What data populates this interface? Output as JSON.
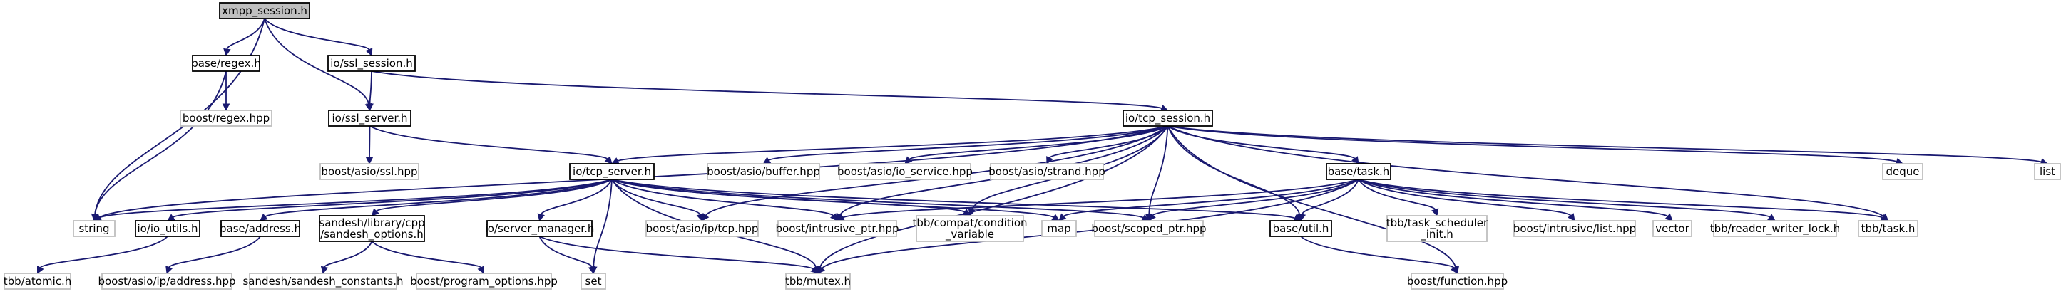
{
  "diagram": {
    "type": "include-dependency-graph",
    "colors": {
      "edge": "#191970",
      "root_fill": "#bfbfbf",
      "local_border": "#000000",
      "external_border": "#bfbfbf",
      "background": "#ffffff"
    },
    "nodes": [
      {
        "id": "xmpp_session",
        "label": [
          "xmpp_session.h"
        ],
        "kind": "root"
      },
      {
        "id": "base_regex",
        "label": [
          "base/regex.h"
        ],
        "kind": "local"
      },
      {
        "id": "io_ssl_session",
        "label": [
          "io/ssl_session.h"
        ],
        "kind": "local"
      },
      {
        "id": "boost_regex",
        "label": [
          "boost/regex.hpp"
        ],
        "kind": "ext"
      },
      {
        "id": "io_ssl_server",
        "label": [
          "io/ssl_server.h"
        ],
        "kind": "local"
      },
      {
        "id": "io_tcp_session",
        "label": [
          "io/tcp_session.h"
        ],
        "kind": "local"
      },
      {
        "id": "boost_asio_ssl",
        "label": [
          "boost/asio/ssl.hpp"
        ],
        "kind": "ext"
      },
      {
        "id": "io_tcp_server",
        "label": [
          "io/tcp_server.h"
        ],
        "kind": "local"
      },
      {
        "id": "boost_asio_buffer",
        "label": [
          "boost/asio/buffer.hpp"
        ],
        "kind": "ext"
      },
      {
        "id": "boost_asio_io_service",
        "label": [
          "boost/asio/io_service.hpp"
        ],
        "kind": "ext"
      },
      {
        "id": "boost_asio_strand",
        "label": [
          "boost/asio/strand.hpp"
        ],
        "kind": "ext"
      },
      {
        "id": "base_task",
        "label": [
          "base/task.h"
        ],
        "kind": "local"
      },
      {
        "id": "deque",
        "label": [
          "deque"
        ],
        "kind": "ext"
      },
      {
        "id": "list",
        "label": [
          "list"
        ],
        "kind": "ext"
      },
      {
        "id": "string",
        "label": [
          "string"
        ],
        "kind": "ext"
      },
      {
        "id": "io_io_utils",
        "label": [
          "io/io_utils.h"
        ],
        "kind": "local"
      },
      {
        "id": "base_address",
        "label": [
          "base/address.h"
        ],
        "kind": "local"
      },
      {
        "id": "sandesh_options",
        "label": [
          "sandesh/library/cpp",
          "/sandesh_options.h"
        ],
        "kind": "local"
      },
      {
        "id": "io_server_manager",
        "label": [
          "io/server_manager.h"
        ],
        "kind": "local"
      },
      {
        "id": "boost_asio_ip_tcp",
        "label": [
          "boost/asio/ip/tcp.hpp"
        ],
        "kind": "ext"
      },
      {
        "id": "boost_intrusive_ptr",
        "label": [
          "boost/intrusive_ptr.hpp"
        ],
        "kind": "ext"
      },
      {
        "id": "tbb_compat_condvar",
        "label": [
          "tbb/compat/condition",
          "_variable"
        ],
        "kind": "ext"
      },
      {
        "id": "map",
        "label": [
          "map"
        ],
        "kind": "ext"
      },
      {
        "id": "boost_scoped_ptr",
        "label": [
          "boost/scoped_ptr.hpp"
        ],
        "kind": "ext"
      },
      {
        "id": "base_util",
        "label": [
          "base/util.h"
        ],
        "kind": "local"
      },
      {
        "id": "tbb_task_sched",
        "label": [
          "tbb/task_scheduler",
          "_init.h"
        ],
        "kind": "ext"
      },
      {
        "id": "boost_intrusive_list",
        "label": [
          "boost/intrusive/list.hpp"
        ],
        "kind": "ext"
      },
      {
        "id": "vector",
        "label": [
          "vector"
        ],
        "kind": "ext"
      },
      {
        "id": "tbb_rwlock",
        "label": [
          "tbb/reader_writer_lock.h"
        ],
        "kind": "ext"
      },
      {
        "id": "tbb_task",
        "label": [
          "tbb/task.h"
        ],
        "kind": "ext"
      },
      {
        "id": "tbb_atomic",
        "label": [
          "tbb/atomic.h"
        ],
        "kind": "ext"
      },
      {
        "id": "boost_asio_ip_address",
        "label": [
          "boost/asio/ip/address.hpp"
        ],
        "kind": "ext"
      },
      {
        "id": "sandesh_constants",
        "label": [
          "sandesh/sandesh_constants.h"
        ],
        "kind": "ext"
      },
      {
        "id": "boost_program_options",
        "label": [
          "boost/program_options.hpp"
        ],
        "kind": "ext"
      },
      {
        "id": "set",
        "label": [
          "set"
        ],
        "kind": "ext"
      },
      {
        "id": "tbb_mutex",
        "label": [
          "tbb/mutex.h"
        ],
        "kind": "ext"
      },
      {
        "id": "boost_function",
        "label": [
          "boost/function.hpp"
        ],
        "kind": "ext"
      }
    ],
    "edges": [
      [
        "xmpp_session",
        "base_regex"
      ],
      [
        "xmpp_session",
        "io_ssl_session"
      ],
      [
        "xmpp_session",
        "io_ssl_server"
      ],
      [
        "xmpp_session",
        "string"
      ],
      [
        "base_regex",
        "boost_regex"
      ],
      [
        "base_regex",
        "string"
      ],
      [
        "io_ssl_session",
        "io_ssl_server"
      ],
      [
        "io_ssl_session",
        "io_tcp_session"
      ],
      [
        "io_ssl_server",
        "boost_asio_ssl"
      ],
      [
        "io_ssl_server",
        "io_tcp_server"
      ],
      [
        "io_tcp_session",
        "io_tcp_server"
      ],
      [
        "io_tcp_session",
        "boost_asio_buffer"
      ],
      [
        "io_tcp_session",
        "boost_asio_io_service"
      ],
      [
        "io_tcp_session",
        "boost_asio_strand"
      ],
      [
        "io_tcp_session",
        "base_task"
      ],
      [
        "io_tcp_session",
        "deque"
      ],
      [
        "io_tcp_session",
        "list"
      ],
      [
        "io_tcp_session",
        "string"
      ],
      [
        "io_tcp_session",
        "boost_asio_ip_tcp"
      ],
      [
        "io_tcp_session",
        "boost_intrusive_ptr"
      ],
      [
        "io_tcp_session",
        "tbb_compat_condvar"
      ],
      [
        "io_tcp_session",
        "boost_scoped_ptr"
      ],
      [
        "io_tcp_session",
        "base_util"
      ],
      [
        "io_tcp_session",
        "tbb_task"
      ],
      [
        "io_tcp_session",
        "tbb_mutex"
      ],
      [
        "io_tcp_session",
        "boost_function"
      ],
      [
        "io_tcp_server",
        "string"
      ],
      [
        "io_tcp_server",
        "io_io_utils"
      ],
      [
        "io_tcp_server",
        "base_address"
      ],
      [
        "io_tcp_server",
        "sandesh_options"
      ],
      [
        "io_tcp_server",
        "io_server_manager"
      ],
      [
        "io_tcp_server",
        "boost_asio_ip_tcp"
      ],
      [
        "io_tcp_server",
        "boost_intrusive_ptr"
      ],
      [
        "io_tcp_server",
        "tbb_compat_condvar"
      ],
      [
        "io_tcp_server",
        "map"
      ],
      [
        "io_tcp_server",
        "boost_scoped_ptr"
      ],
      [
        "io_tcp_server",
        "base_util"
      ],
      [
        "io_tcp_server",
        "set"
      ],
      [
        "io_tcp_server",
        "tbb_mutex"
      ],
      [
        "base_task",
        "map"
      ],
      [
        "base_task",
        "boost_intrusive_ptr"
      ],
      [
        "base_task",
        "boost_scoped_ptr"
      ],
      [
        "base_task",
        "base_util"
      ],
      [
        "base_task",
        "tbb_task_sched"
      ],
      [
        "base_task",
        "boost_intrusive_list"
      ],
      [
        "base_task",
        "vector"
      ],
      [
        "base_task",
        "tbb_rwlock"
      ],
      [
        "base_task",
        "tbb_task"
      ],
      [
        "base_task",
        "tbb_mutex"
      ],
      [
        "io_io_utils",
        "tbb_atomic"
      ],
      [
        "base_address",
        "boost_asio_ip_address"
      ],
      [
        "sandesh_options",
        "sandesh_constants"
      ],
      [
        "sandesh_options",
        "boost_program_options"
      ],
      [
        "io_server_manager",
        "set"
      ],
      [
        "io_server_manager",
        "tbb_mutex"
      ],
      [
        "base_util",
        "boost_function"
      ]
    ]
  }
}
